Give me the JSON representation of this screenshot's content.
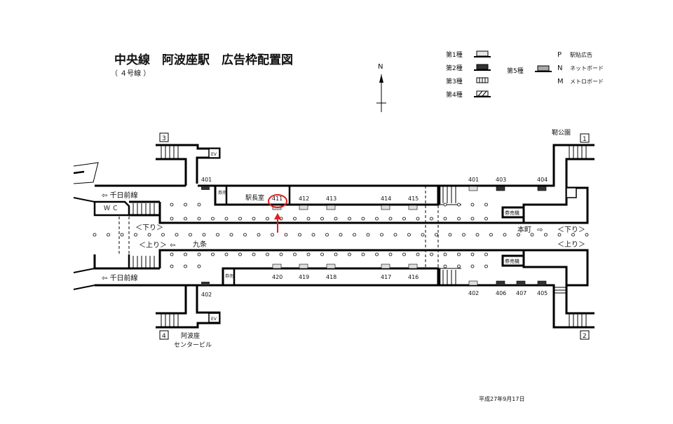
{
  "header": {
    "title": "中央線　阿波座駅　広告枠配置図",
    "subtitle": "（ ４号線 ）"
  },
  "legend": {
    "types": [
      "第1種",
      "第2種",
      "第3種",
      "第4種"
    ],
    "type5": "第5種",
    "codes": [
      {
        "code": "P",
        "label": "駅貼広告"
      },
      {
        "code": "N",
        "label": "ネットボード"
      },
      {
        "code": "M",
        "label": "メトロボード"
      }
    ]
  },
  "north": "N",
  "exits": {
    "e1": "1",
    "e2": "2",
    "e3": "3",
    "e4": "4",
    "e1_label": "靭公園",
    "e4_label_1": "阿波座",
    "e4_label_2": "センタービル"
  },
  "rooms": {
    "ev": "EV",
    "wc": "Ｗ Ｃ",
    "station_office": "駅長室",
    "ticket": "券売",
    "ticket_machine": "券売機"
  },
  "directions": {
    "sennichimae_top": "千日前線",
    "sennichimae_bottom": "千日前線",
    "down": "＜下り＞",
    "up": "＜上り＞",
    "kujo": "九条",
    "honmachi": "本町",
    "down_right": "＜下り＞",
    "up_right": "＜上り＞"
  },
  "ads_top": [
    {
      "id": "411",
      "type": 1
    },
    {
      "id": "412",
      "type": 1
    },
    {
      "id": "413",
      "type": 1
    },
    {
      "id": "414",
      "type": 1
    },
    {
      "id": "415",
      "type": 1
    }
  ],
  "ads_bottom": [
    {
      "id": "420",
      "type": 1
    },
    {
      "id": "419",
      "type": 1
    },
    {
      "id": "418",
      "type": 1
    },
    {
      "id": "417",
      "type": 1
    },
    {
      "id": "416",
      "type": 1
    }
  ],
  "ads_concourse": {
    "left_top": "401",
    "left_bottom": "402",
    "right_top": [
      "401",
      "403",
      "404"
    ],
    "right_bottom": [
      "402",
      "406",
      "407",
      "405"
    ]
  },
  "highlight": "411",
  "colors": {
    "highlight": "#e0201c",
    "type1": "#e0e0e0",
    "type2": "#333333",
    "type5": "#a8a8a8"
  },
  "footer_date": "平成27年9月17日"
}
